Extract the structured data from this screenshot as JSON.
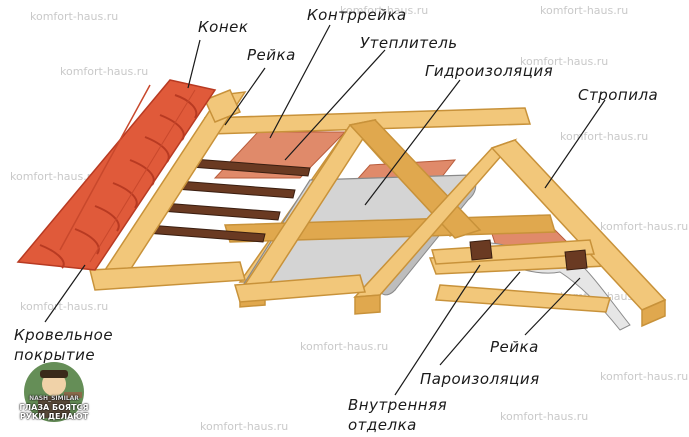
{
  "watermark": "komfort-haus.ru",
  "labels": {
    "konek": "Конек",
    "reika_top": "Рейка",
    "kontrreika": "Контррейка",
    "uteplitel": "Утеплитель",
    "gidroizolyaciya": "Гидроизоляция",
    "stropila": "Стропила",
    "krovelnoe_1": "Кровельное",
    "krovelnoe_2": "покрытие",
    "reika_bottom": "Рейка",
    "paroizolyaciya": "Пароизоляция",
    "vnutrennyaya_1": "Внутренняя",
    "vnutrennyaya_2": "отделка"
  },
  "badge": {
    "top": "NASH_SIMILAR",
    "line1": "ГЛАЗА БОЯТСЯ",
    "line2": "РУКИ ДЕЛАЮТ"
  },
  "colors": {
    "tile": "#e05a3a",
    "tile_dark": "#b83a22",
    "wood": "#f2c77a",
    "wood_edge": "#c8923a",
    "wood_shade": "#e0a84e",
    "membrane": "#d4d4d4",
    "insulation": "#e08a6a",
    "batten_dark": "#6a3a22"
  }
}
